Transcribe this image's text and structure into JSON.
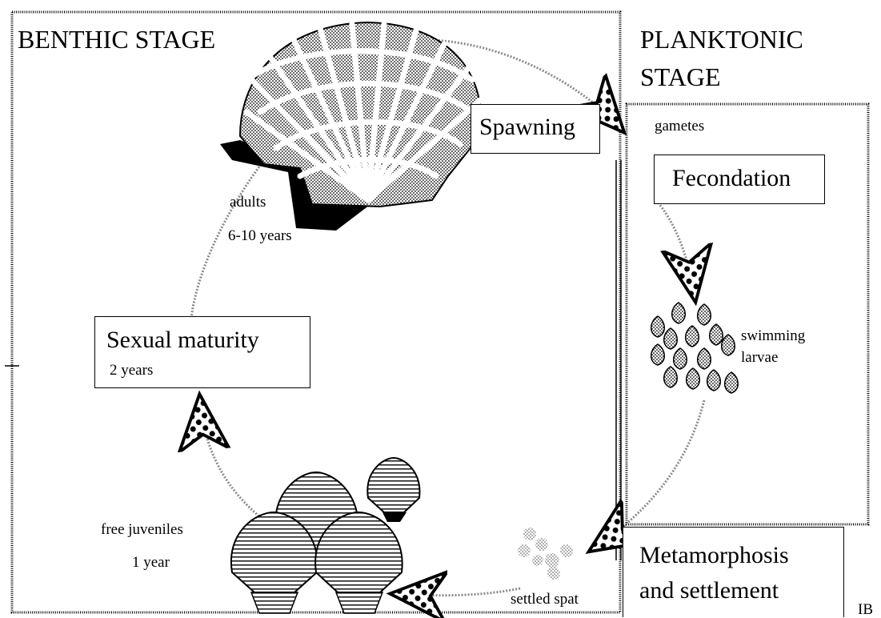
{
  "stages": {
    "benthic": "BENTHIC STAGE",
    "planktonic_line1": "PLANKTONIC",
    "planktonic_line2": "STAGE"
  },
  "steps": {
    "spawning": "Spawning",
    "gametes": "gametes",
    "fecondation": "Fecondation",
    "swimming_larvae_line1": "swimming",
    "swimming_larvae_line2": "larvae",
    "metamorphosis_line1": "Metamorphosis",
    "metamorphosis_line2": "and settlement",
    "settled_spat": "settled spat",
    "free_juveniles": "free juveniles",
    "juvenile_age": "1 year",
    "sexual_maturity": "Sexual  maturity",
    "maturity_age": "2 years",
    "adults": "adults",
    "adults_age": "6-10 years"
  },
  "credit": "IB",
  "colors": {
    "ink": "#000000",
    "stipple": "#8a8a8a",
    "paper": "#ffffff"
  }
}
